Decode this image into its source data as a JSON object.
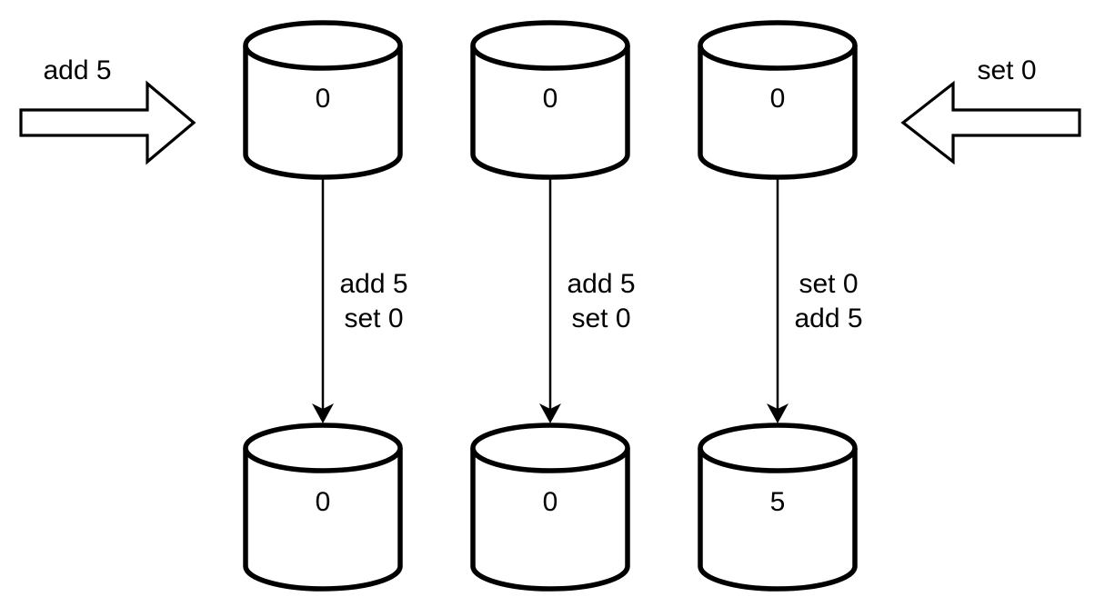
{
  "diagram": {
    "external_requests": [
      {
        "side": "left",
        "label": "add 5"
      },
      {
        "side": "right",
        "label": "set 0"
      }
    ],
    "replicas_before": [
      {
        "value": "0"
      },
      {
        "value": "0"
      },
      {
        "value": "0"
      }
    ],
    "replicas_after": [
      {
        "value": "0"
      },
      {
        "value": "0"
      },
      {
        "value": "5"
      }
    ],
    "transitions": [
      {
        "line1": "add 5",
        "line2": "set 0"
      },
      {
        "line1": "add 5",
        "line2": "set 0"
      },
      {
        "line1": "set 0",
        "line2": "add 5"
      }
    ]
  }
}
